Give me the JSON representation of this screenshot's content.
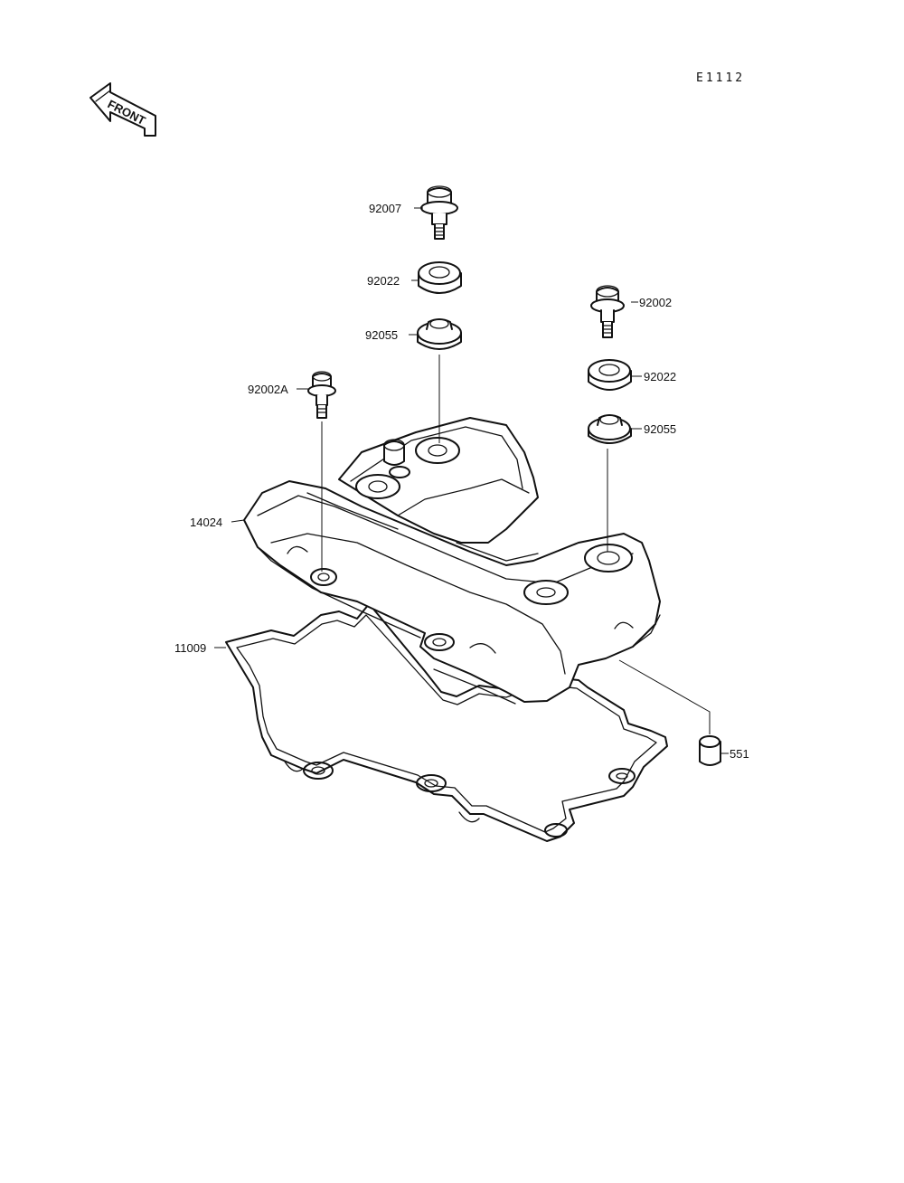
{
  "diagram_code": "E1112",
  "front_indicator": "FRONT",
  "parts": {
    "bolt_top": "92007",
    "washer_top": "92022",
    "grommet_top": "92055",
    "bolt_right": "92002",
    "washer_right": "92022",
    "grommet_right": "92055",
    "bolt_left": "92002A",
    "cylinder_head_cover": "14024",
    "gasket": "11009",
    "dowel_pin": "551"
  }
}
